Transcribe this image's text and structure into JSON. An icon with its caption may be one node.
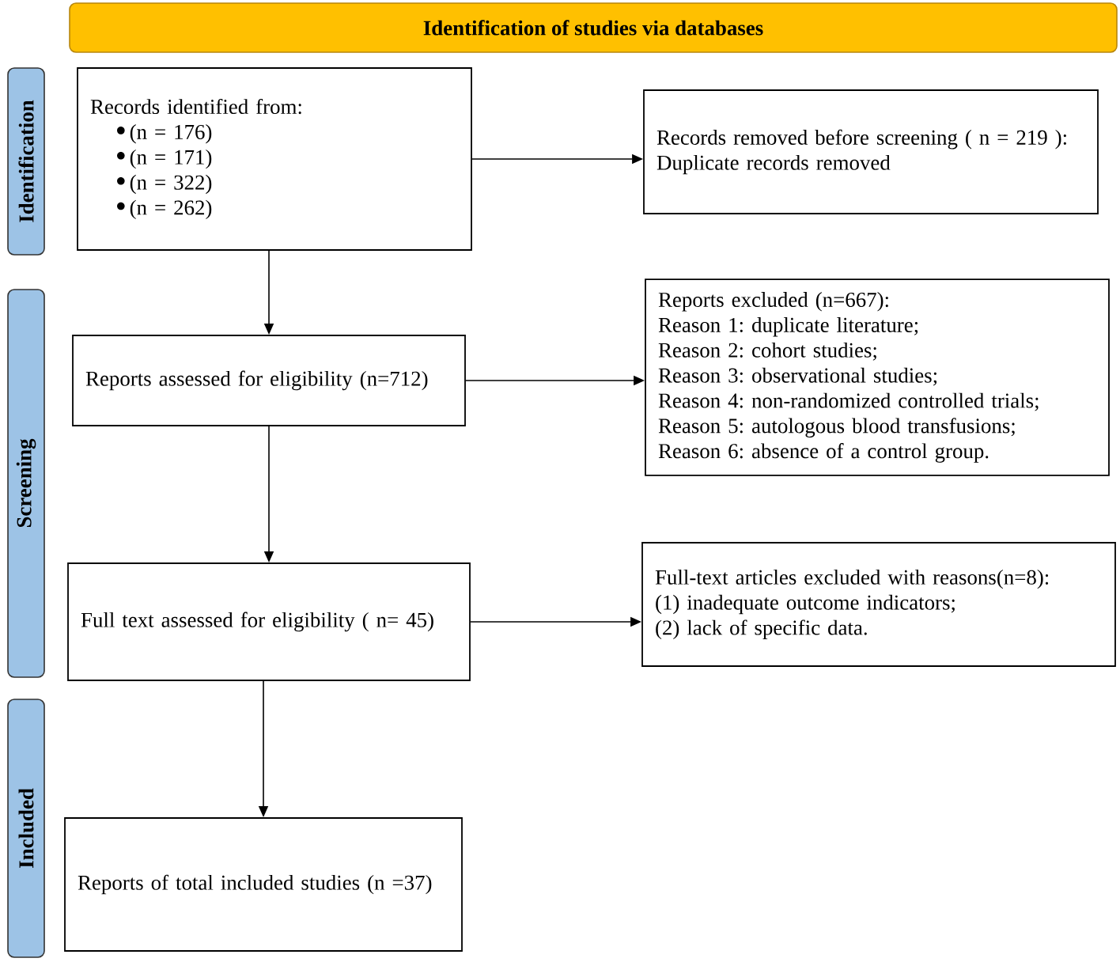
{
  "diagram": {
    "nodes": [
      {
        "text": [
          "Identification of studies via databases"
        ]
      },
      {
        "text": [
          "Identification"
        ]
      },
      {
        "text": [
          "Records identified from:",
          "(n = 176)",
          "(n = 171)",
          "(n = 322)",
          "(n = 262)"
        ]
      },
      {
        "text": [
          "Records removed before screening ( n = 219 ):",
          "Duplicate records removed"
        ]
      },
      {
        "text": [
          "Screening"
        ]
      },
      {
        "text": [
          "Reports assessed for eligibility (n=712)"
        ]
      },
      {
        "text": [
          "Reports excluded (n=667):",
          "Reason 1: duplicate literature;",
          "Reason 2: cohort studies;",
          "Reason 3: observational studies;",
          "Reason 4: non-randomized controlled trials;",
          "Reason 5: autologous blood transfusions;",
          "Reason 6: absence of a control group."
        ]
      },
      {
        "text": [
          "Full text assessed for eligibility ( n= 45)"
        ]
      },
      {
        "text": [
          "Full-text articles excluded with reasons(n=8):",
          "(1) inadequate outcome indicators;",
          "(2) lack of specific data."
        ]
      },
      {
        "text": [
          "Included"
        ]
      },
      {
        "text": [
          "Reports of total included studies (n =37)"
        ]
      }
    ],
    "edges": [
      {
        "from": 2,
        "to": 3,
        "arrow": "to"
      },
      {
        "from": 2,
        "to": 5,
        "arrow": "to"
      },
      {
        "from": 5,
        "to": 6,
        "arrow": "to"
      },
      {
        "from": 5,
        "to": 7,
        "arrow": "to"
      },
      {
        "from": 7,
        "to": 8,
        "arrow": "to"
      },
      {
        "from": 7,
        "to": 10,
        "arrow": "to"
      }
    ]
  }
}
